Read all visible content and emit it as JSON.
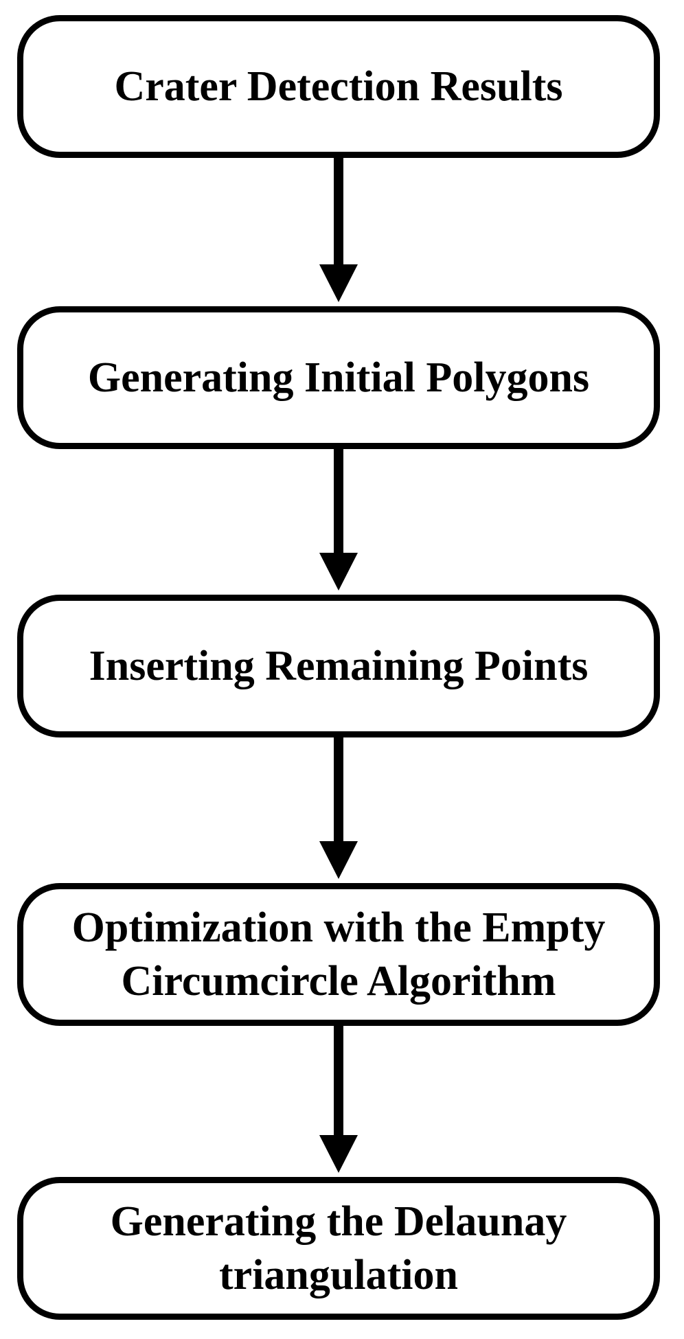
{
  "diagram": {
    "steps": [
      {
        "lines": [
          "Crater Detection Results"
        ]
      },
      {
        "lines": [
          "Generating Initial Polygons"
        ]
      },
      {
        "lines": [
          "Inserting Remaining Points"
        ]
      },
      {
        "lines": [
          "Optimization with the Empty",
          "Circumcircle Algorithm"
        ]
      },
      {
        "lines": [
          "Generating the Delaunay",
          "triangulation"
        ]
      }
    ],
    "colors": {
      "stroke": "#000000",
      "fill": "#ffffff",
      "text": "#000000"
    }
  }
}
